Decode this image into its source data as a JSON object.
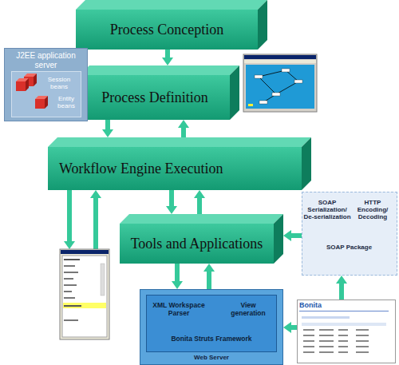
{
  "diagram": {
    "nodes": [
      {
        "text": [
          "Process Conception"
        ]
      },
      {
        "text": [
          "Process Definition"
        ]
      },
      {
        "text": [
          "Workflow Engine Execution"
        ]
      },
      {
        "text": [
          "Tools and Applications"
        ]
      },
      {
        "text": [
          "J2EE application server"
        ]
      },
      {
        "text": [
          "Session beans",
          "Entity beans"
        ],
        "in": 4
      },
      {
        "text": [
          "SOAP Serialization/ De-serialization",
          "HTTP Encoding/ Decoding",
          "SOAP Package"
        ]
      },
      {
        "text": [
          "Web Server"
        ]
      },
      {
        "text": [
          "XML Workspace Parser",
          "View generation",
          "Bonita Struts Framework"
        ],
        "in": 7
      },
      {
        "text": [
          "Bonita"
        ]
      }
    ],
    "edges": [
      {
        "from": 0,
        "to": 1,
        "arrow": "to"
      },
      {
        "from": 1,
        "to": 2,
        "arrow": "to"
      },
      {
        "from": 2,
        "to": 1,
        "arrow": "to"
      },
      {
        "from": 2,
        "to": 3,
        "arrow": "to"
      },
      {
        "from": 3,
        "to": 2,
        "arrow": "to"
      },
      {
        "from": 6,
        "to": 3,
        "arrow": "to"
      },
      {
        "from": 3,
        "to": 7,
        "arrow": "to"
      },
      {
        "from": 7,
        "to": 3,
        "arrow": "to"
      },
      {
        "from": 9,
        "to": 7,
        "arrow": "to"
      },
      {
        "from": 9,
        "to": 6,
        "arrow": "to"
      }
    ]
  }
}
